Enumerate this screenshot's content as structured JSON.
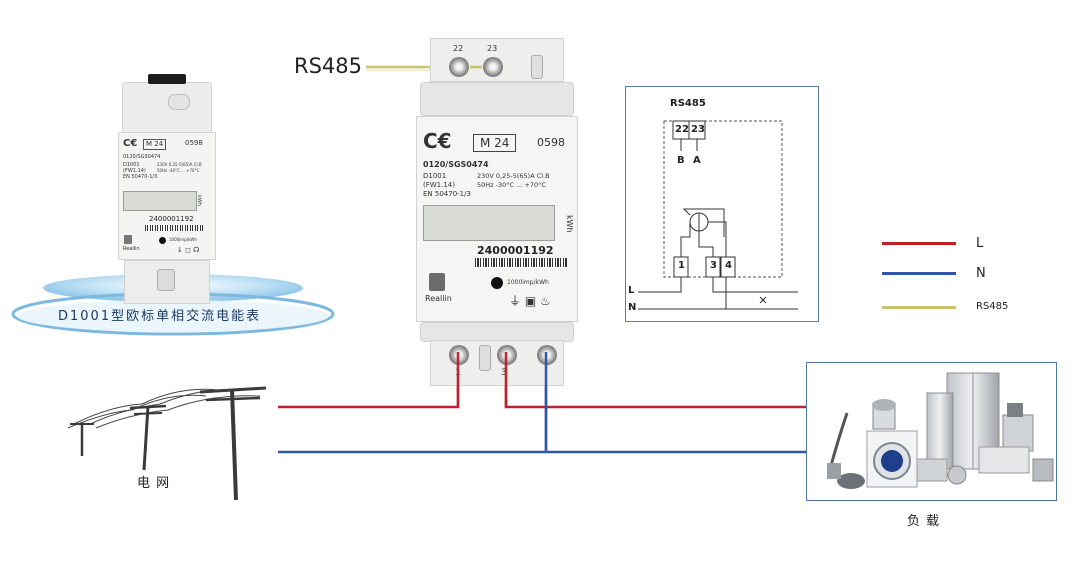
{
  "rs485_callout": "RS485",
  "small_meter": {
    "top_text": "M 24",
    "code": "0598",
    "cert": "0120/SGS0474",
    "model": "D1001",
    "fw": "(FW1.14)",
    "standard": "EN 50470-1/3",
    "spec1": "230V  0.25-5(65)A  Cl.B",
    "spec2": "50Hz  -30°C ... +70°C",
    "serial": "2400001192",
    "imp": "1000imp/kWh",
    "unit": "kWh",
    "brand": "Reallin",
    "pedestal_label": "D1001型欧标单相交流电能表"
  },
  "big_meter": {
    "terminal_top_left": "22",
    "terminal_top_right": "23",
    "mark": "M 24",
    "code": "0598",
    "cert": "0120/SGS0474",
    "model": "D1001",
    "fw": "(FW1.14)",
    "spec1": "230V  0,25-5(65)A  Cl.B",
    "spec2": "50Hz  -30°C ... +70°C",
    "standard": "EN 50470-1/3",
    "serial": "2400001192",
    "imp": "1000imp/kWh",
    "unit": "kWh",
    "brand": "Reallin",
    "terminal_bottom_1": "1",
    "terminal_bottom_3": "3"
  },
  "wiring": {
    "title": "RS485",
    "t22": "22",
    "t23": "23",
    "b": "B",
    "a": "A",
    "t1": "1",
    "t3": "3",
    "t4": "4",
    "l": "L",
    "n": "N"
  },
  "legend": {
    "items": [
      {
        "label": "L",
        "color": "#c0202a"
      },
      {
        "label": "N",
        "color": "#2f58a8"
      },
      {
        "label": "RS485",
        "color": "#c9c46a"
      }
    ]
  },
  "grid_label": "电 网",
  "load_label": "负 载",
  "colors": {
    "live": "#c0202a",
    "neutral": "#2f58a8",
    "rs485": "#c9c46a"
  }
}
